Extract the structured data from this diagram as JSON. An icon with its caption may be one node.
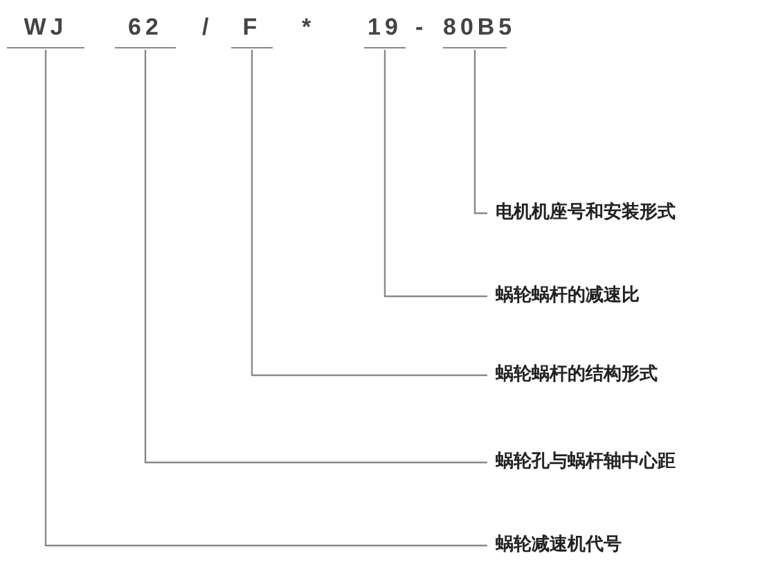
{
  "diagram": {
    "nodes": [
      {
        "text": [
          "WJ"
        ]
      },
      {
        "text": [
          "62"
        ]
      },
      {
        "text": [
          "F"
        ]
      },
      {
        "text": [
          "19"
        ]
      },
      {
        "text": [
          "80B5"
        ]
      },
      {
        "text": [
          "电机机座号和安装形式"
        ]
      },
      {
        "text": [
          "蜗轮蜗杆的减速比"
        ]
      },
      {
        "text": [
          "蜗轮蜗杆的结构形式"
        ]
      },
      {
        "text": [
          "蜗轮孔与蜗杆轴中心距"
        ]
      },
      {
        "text": [
          "蜗轮减速机代号"
        ]
      }
    ],
    "edges": [
      {
        "from": 4,
        "to": 5,
        "arrow": "none"
      },
      {
        "from": 3,
        "to": 6,
        "arrow": "none"
      },
      {
        "from": 2,
        "to": 7,
        "arrow": "none"
      },
      {
        "from": 1,
        "to": 8,
        "arrow": "none"
      },
      {
        "from": 0,
        "to": 9,
        "arrow": "none"
      }
    ],
    "labels": [
      "/",
      "*",
      "-"
    ]
  }
}
